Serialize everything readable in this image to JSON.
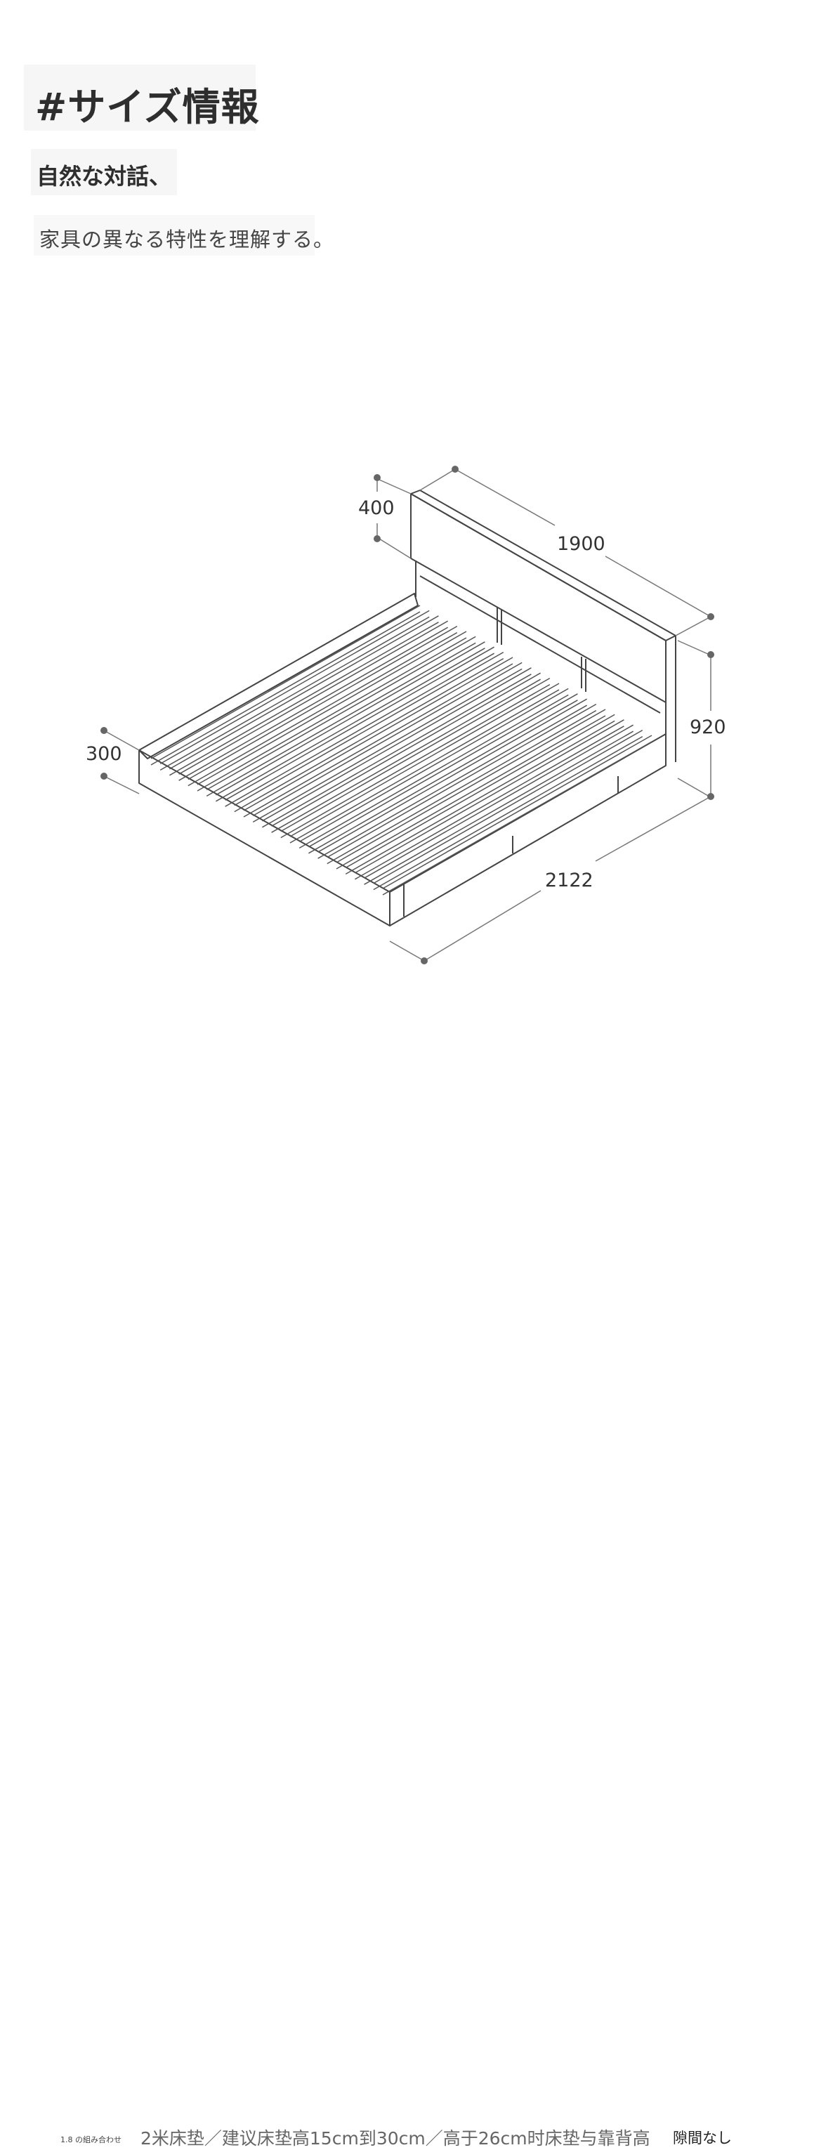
{
  "header": {
    "title": "#サイズ情報",
    "subtitle": "自然な対話、",
    "description": "家具の異なる特性を理解する。"
  },
  "diagram": {
    "dimensions": {
      "headboard_height": "400",
      "width": "1900",
      "total_height": "920",
      "frame_height": "300",
      "length": "2122"
    },
    "colors": {
      "line": "#444444",
      "dot": "#666666"
    }
  },
  "footer": {
    "small_text": "1.8 の組み合わせ",
    "main_text": "2米床垫／建议床垫高15cm到30cm／高于26cm时床垫与靠背高",
    "right_text": "隙間なし"
  }
}
